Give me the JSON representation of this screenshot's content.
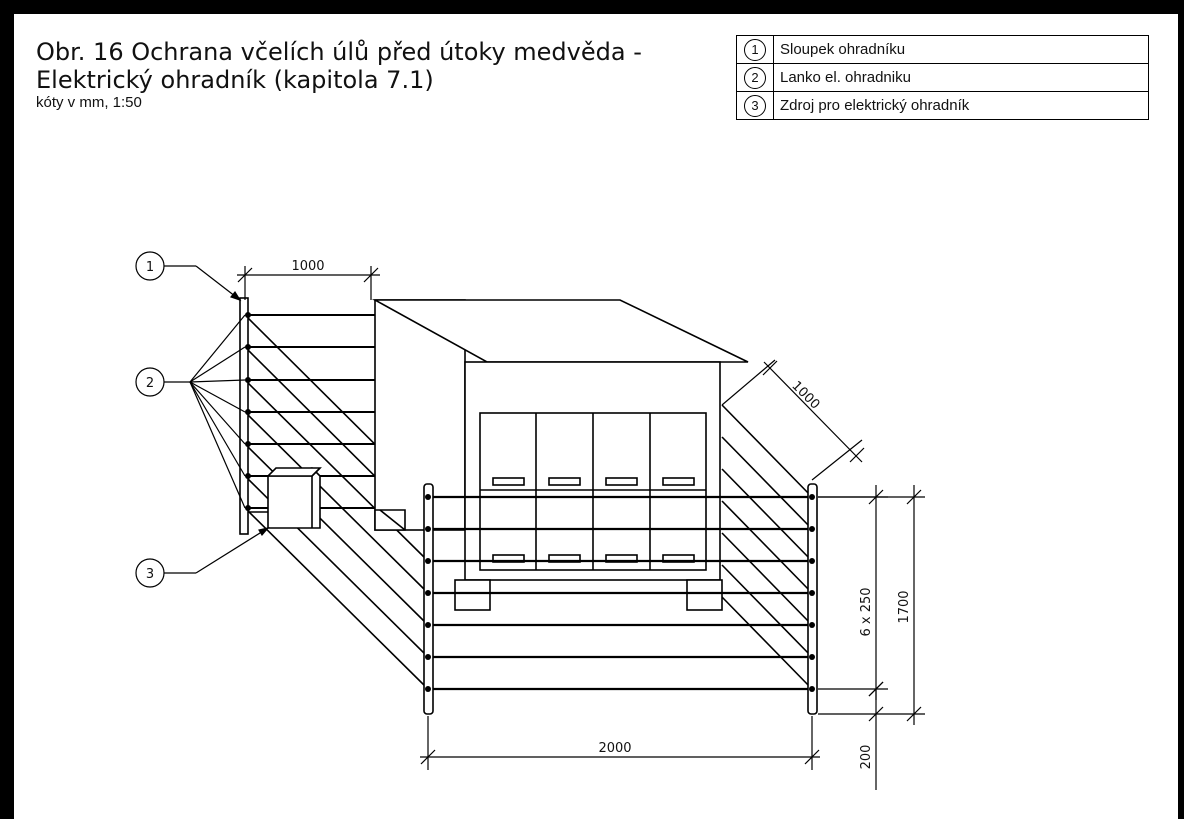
{
  "title": {
    "line1": "Obr. 16 Ochrana včelích úlů před útoky medvěda -",
    "line2": "Elektrický ohradník (kapitola 7.1)",
    "scale_note": "kóty v mm, 1:50"
  },
  "legend": [
    {
      "num": "1",
      "text": "Sloupek ohradníku"
    },
    {
      "num": "2",
      "text": "Lanko el. ohradniku"
    },
    {
      "num": "3",
      "text": "Zdroj pro elektrický ohradník"
    }
  ],
  "callouts": {
    "c1": "1",
    "c2": "2",
    "c3": "3"
  },
  "dimensions": {
    "top_width": "1000",
    "depth": "1000",
    "wire_spacing": "6 x 250",
    "height": "1700",
    "front_width": "2000",
    "ground_offset": "200"
  }
}
